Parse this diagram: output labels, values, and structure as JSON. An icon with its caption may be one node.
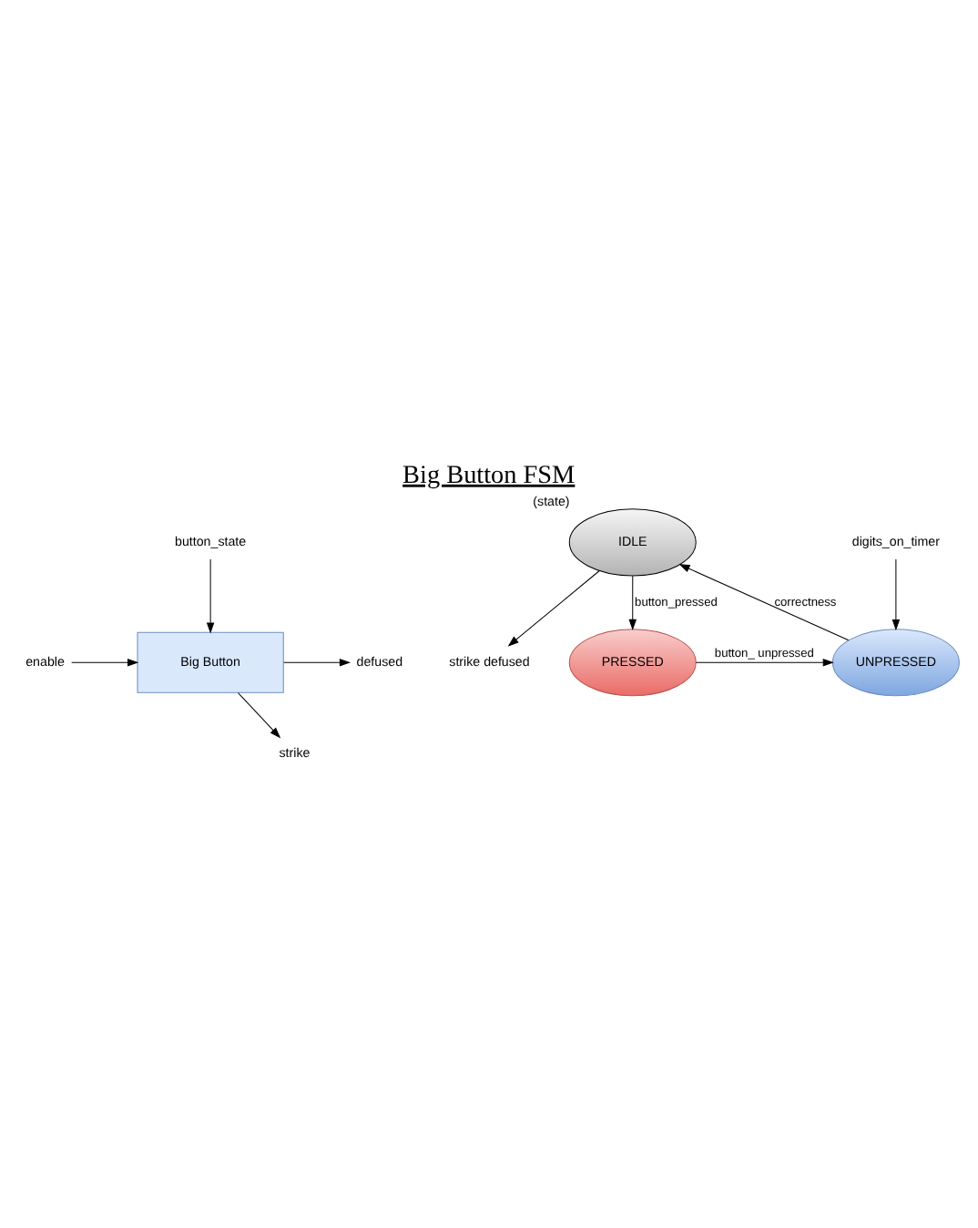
{
  "diagram": {
    "title": "Big Button FSM",
    "nodes": [
      {
        "text": [
          "Big Button"
        ]
      },
      {
        "text": [
          "enable"
        ]
      },
      {
        "text": [
          "button_state"
        ]
      },
      {
        "text": [
          "defused"
        ]
      },
      {
        "text": [
          "strike"
        ]
      },
      {
        "text": [
          "IDLE"
        ],
        "beside": [
          "(state)"
        ]
      },
      {
        "text": [
          "strike defused"
        ]
      },
      {
        "text": [
          "PRESSED"
        ]
      },
      {
        "text": [
          "UNPRESSED"
        ]
      },
      {
        "text": [
          "digits_on_timer"
        ]
      }
    ],
    "edges": [
      {
        "from": 1,
        "to": 0,
        "arrow": "to"
      },
      {
        "from": 2,
        "to": 0,
        "arrow": "to"
      },
      {
        "from": 0,
        "to": 3,
        "arrow": "to"
      },
      {
        "from": 0,
        "to": 4,
        "arrow": "to"
      },
      {
        "from": 5,
        "to": 6,
        "arrow": "to"
      },
      {
        "from": 5,
        "to": 7,
        "arrow": "to",
        "label": "button_pressed"
      },
      {
        "from": 7,
        "to": 8,
        "arrow": "to",
        "label": "button_ unpressed"
      },
      {
        "from": 8,
        "to": 5,
        "arrow": "to",
        "label": "correctness"
      },
      {
        "from": 9,
        "to": 8,
        "arrow": "to"
      }
    ]
  }
}
